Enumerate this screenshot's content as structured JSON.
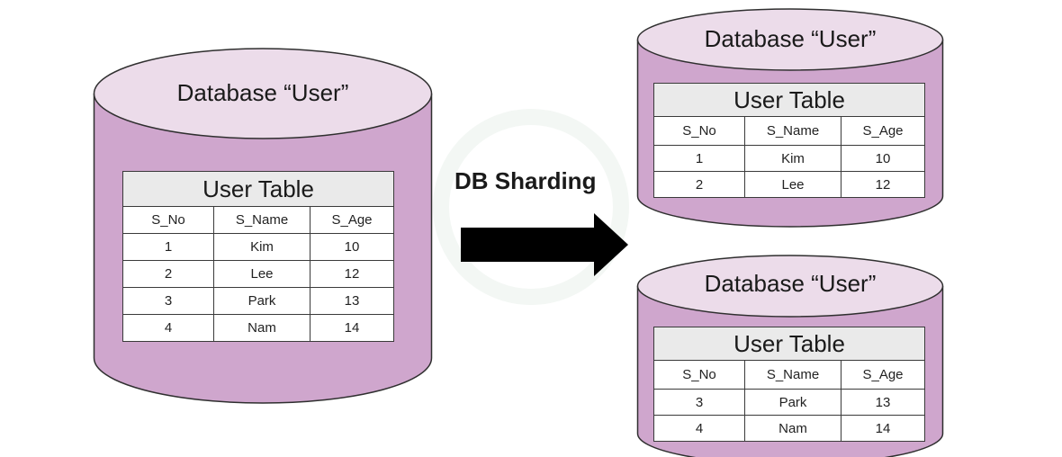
{
  "colors": {
    "cylinder_fill": "#cfa6cd",
    "cylinder_stroke": "#2f2f2f",
    "header_fill": "#eaeaea",
    "arrow": "#000000"
  },
  "transition": {
    "label": "DB Sharding"
  },
  "databases": [
    {
      "title": "Database “User”",
      "table_title": "User Table",
      "columns": [
        "S_No",
        "S_Name",
        "S_Age"
      ],
      "rows": [
        [
          "1",
          "Kim",
          "10"
        ],
        [
          "2",
          "Lee",
          "12"
        ],
        [
          "3",
          "Park",
          "13"
        ],
        [
          "4",
          "Nam",
          "14"
        ]
      ]
    },
    {
      "title": "Database “User”",
      "table_title": "User Table",
      "columns": [
        "S_No",
        "S_Name",
        "S_Age"
      ],
      "rows": [
        [
          "1",
          "Kim",
          "10"
        ],
        [
          "2",
          "Lee",
          "12"
        ]
      ]
    },
    {
      "title": "Database “User”",
      "table_title": "User Table",
      "columns": [
        "S_No",
        "S_Name",
        "S_Age"
      ],
      "rows": [
        [
          "3",
          "Park",
          "13"
        ],
        [
          "4",
          "Nam",
          "14"
        ]
      ]
    }
  ]
}
